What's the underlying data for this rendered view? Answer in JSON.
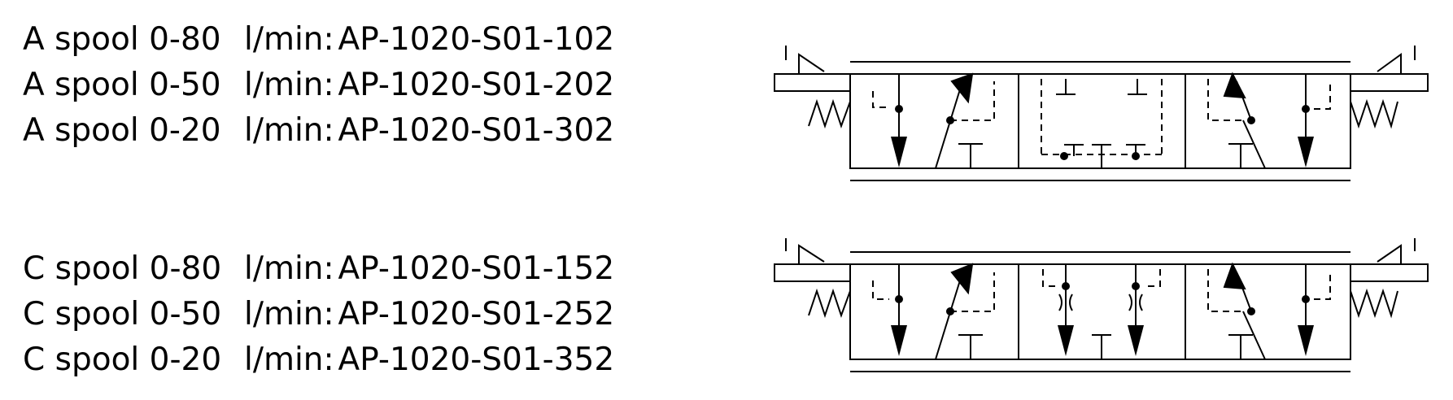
{
  "spool_groups": [
    {
      "rows": [
        {
          "label": "A spool 0-80",
          "flow": "l/min",
          "code": "AP-1020-S01-102"
        },
        {
          "label": "A spool 0-50",
          "flow": "l/min",
          "code": "AP-1020-S01-202"
        },
        {
          "label": "A spool 0-20",
          "flow": "l/min",
          "code": "AP-1020-S01-302"
        }
      ]
    },
    {
      "rows": [
        {
          "label": "C spool 0-80",
          "flow": "l/min",
          "code": "AP-1020-S01-152"
        },
        {
          "label": "C spool 0-50",
          "flow": "l/min",
          "code": "AP-1020-S01-252"
        },
        {
          "label": "C spool 0-20",
          "flow": "l/min",
          "code": "AP-1020-S01-352"
        }
      ]
    }
  ],
  "symbols": [
    "a-spool-valve-symbol",
    "c-spool-valve-symbol"
  ],
  "colors": {
    "line": "#000000",
    "background": "#ffffff"
  }
}
